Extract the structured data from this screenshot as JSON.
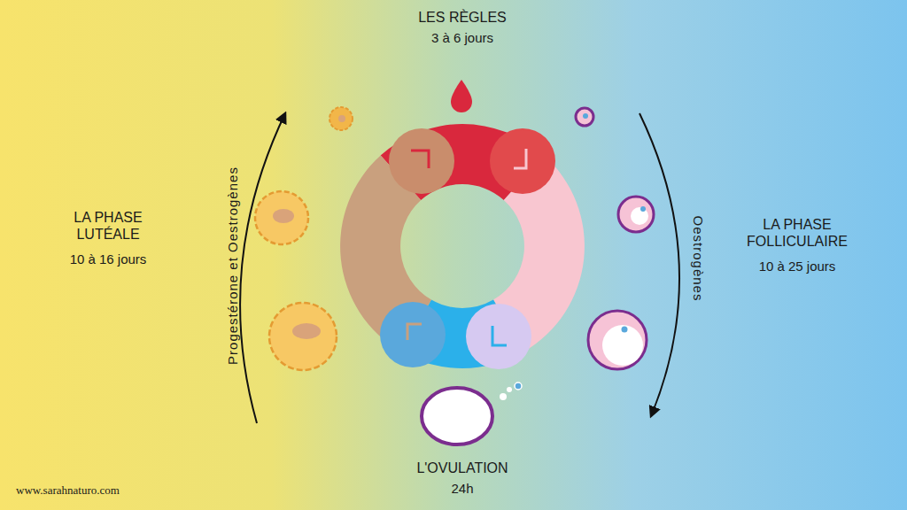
{
  "diagram": {
    "labels": [
      "LES RÈGLES",
      "3 à 6 jours",
      "LA PHASE LUTÉALE",
      "10 à 16 jours",
      "LA PHASE FOLLICULAIRE",
      "10 à 25 jours",
      "L'OVULATION",
      "24h",
      "Progestérone et Oestrogènes",
      "Oestrogènes",
      "www.sarahnaturo.com"
    ]
  }
}
